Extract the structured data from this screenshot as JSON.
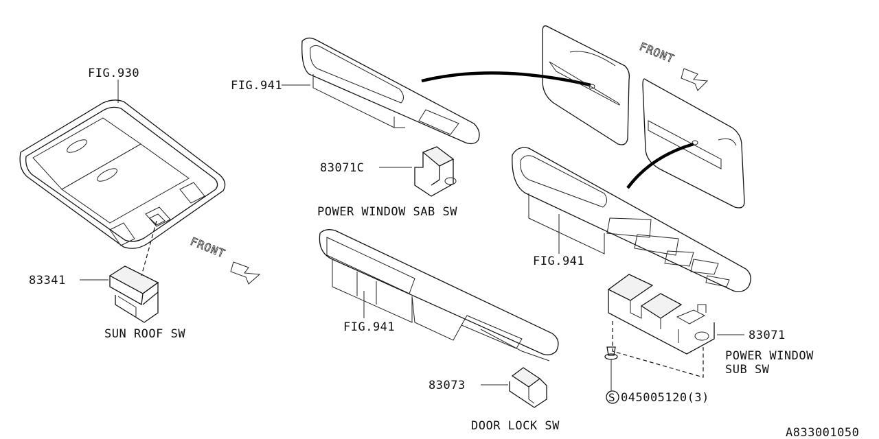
{
  "diagram": {
    "fig930": "FIG.930",
    "fig941_top": "FIG.941",
    "fig941_right": "FIG.941",
    "fig941_bottom": "FIG.941",
    "part_83071C": "83071C",
    "power_window_sab_sw": "POWER WINDOW SAB SW",
    "part_83341": "83341",
    "sun_roof_sw": "SUN ROOF SW",
    "part_83073": "83073",
    "door_lock_sw": "DOOR LOCK SW",
    "part_83071": "83071",
    "power_window_sub_sw_line1": "POWER WINDOW",
    "power_window_sub_sw_line2": "SUB SW",
    "screw_symbol": "S",
    "screw_part": "045005120(3)",
    "front_left": "FRONT",
    "front_right": "FRONT",
    "diagram_id": "A833001050"
  }
}
